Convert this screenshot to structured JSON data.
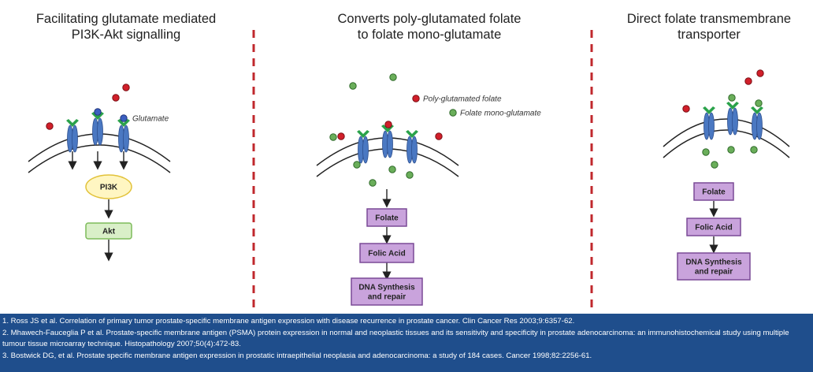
{
  "panels": [
    {
      "title": "Facilitating glutamate mediated\nPI3K-Akt signalling",
      "legend": [
        "Glutamate"
      ],
      "boxes": [
        "PI3K",
        "Akt"
      ]
    },
    {
      "title": "Converts poly-glutamated folate\nto folate mono-glutamate",
      "legend": [
        "Poly-glutamated folate",
        "Folate mono-glutamate"
      ],
      "boxes": [
        "Folate",
        "Folic Acid",
        "DNA Synthesis\nand repair"
      ]
    },
    {
      "title": "Direct folate transmembrane\ntransporter",
      "legend": [],
      "boxes": [
        "Folate",
        "Folic Acid",
        "DNA Synthesis\nand repair"
      ]
    }
  ],
  "references": [
    "1. Ross JS et al. Correlation of primary tumor prostate-specific membrane antigen expression with disease recurrence in prostate cancer. Clin Cancer Res 2003;9:6357-62.",
    "2. Mhawech-Fauceglia P et al. Prostate-specific membrane antigen (PSMA) protein expression in normal and neoplastic tissues and its sensitivity and specificity in prostate adenocarcinoma: an immunohistochemical study using multiple tumour tissue microarray technique. Histopathology 2007;50(4):472-83.",
    "3. Bostwick DG, et al. Prostate specific membrane antigen expression in prostatic intraepithelial neoplasia and adenocarcinoma: a study of 184 cases. Cancer 1998;82:2256-61."
  ],
  "colors": {
    "divider": "#c0282d",
    "membrane": "#222222",
    "receptor": "#4a78c2",
    "receptor_top": "#2aa24a",
    "glutamate": "#3b5fc0",
    "poly_folate": "#d11f2a",
    "mono_folate": "#6aae5a",
    "pi3k_fill": "#fff6c2",
    "pi3k_stroke": "#e2c23a",
    "akt_fill": "#d9efc8",
    "akt_stroke": "#7dbb5a",
    "folate_box_fill": "#c9a3dc",
    "folate_box_stroke": "#7a4a96",
    "reference_bg": "#1f4e8c"
  }
}
